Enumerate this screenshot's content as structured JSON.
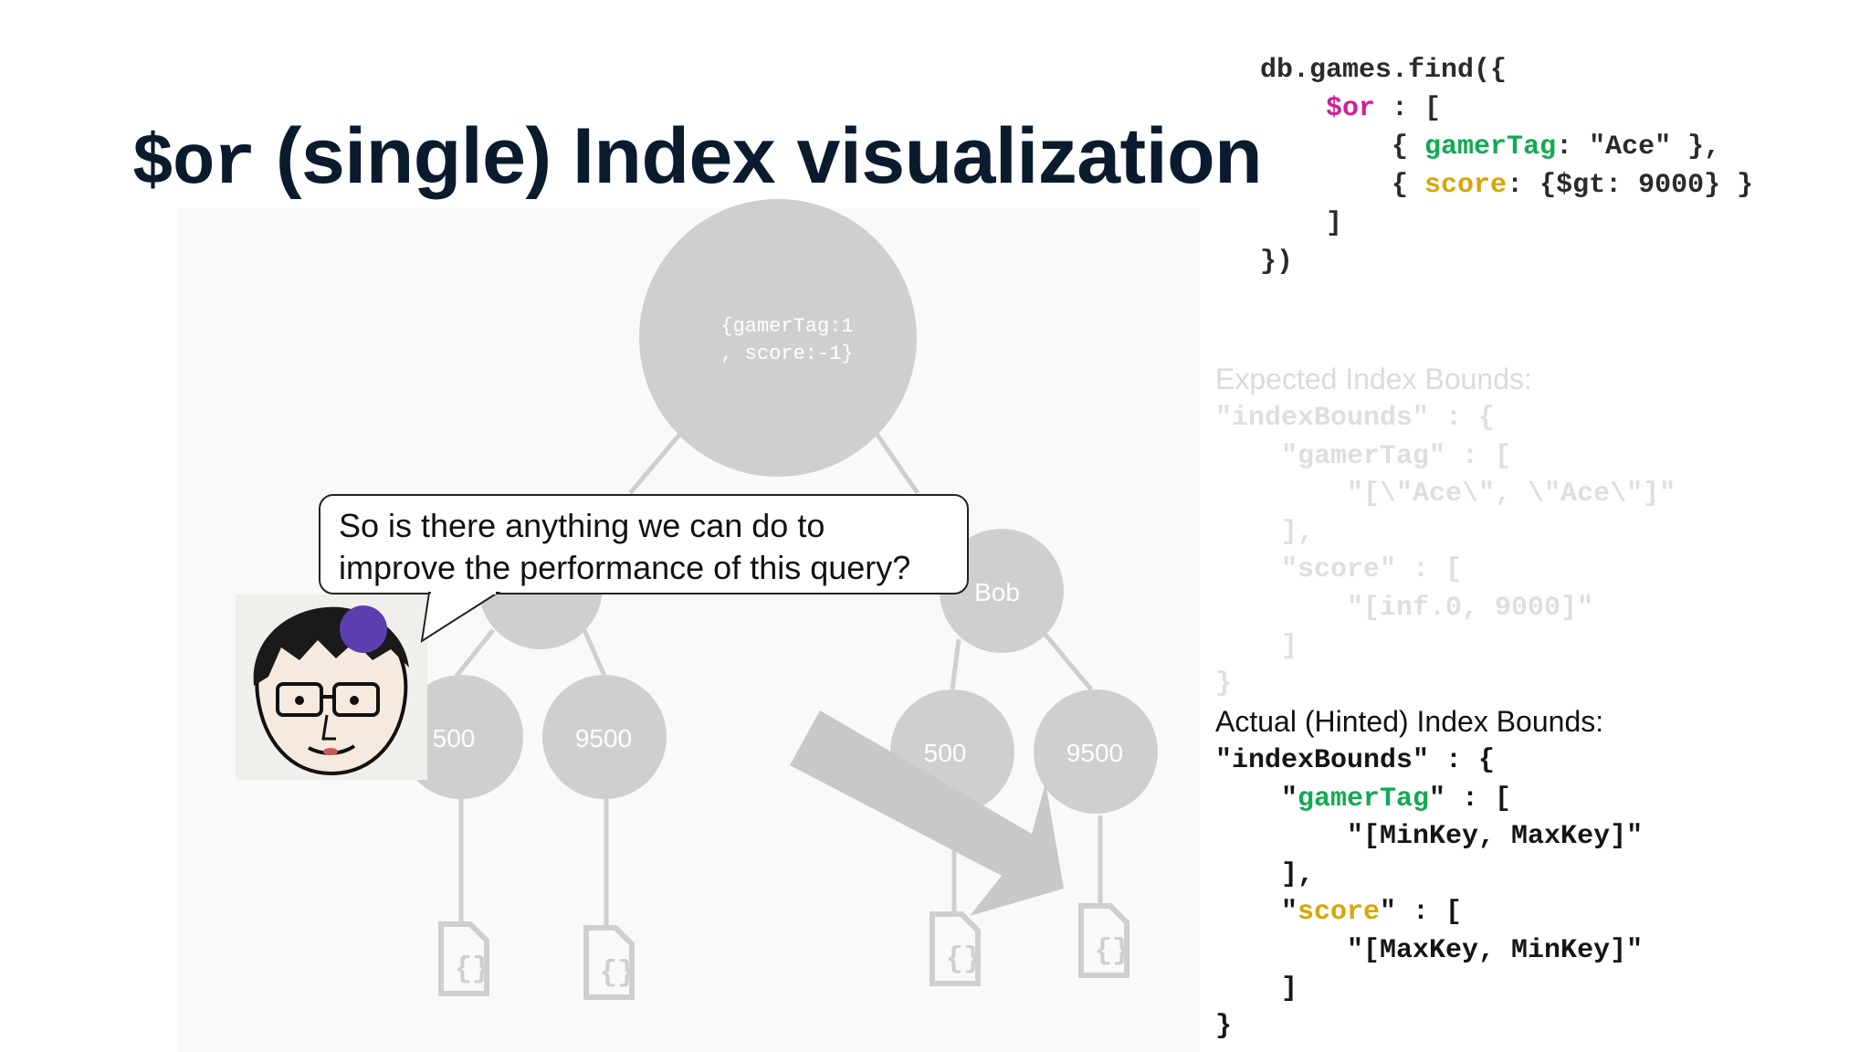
{
  "title": {
    "prefix": "$or",
    "rest": " (single) Index visualization"
  },
  "query": {
    "line1": "db.games.find({",
    "or_key": "$or",
    "or_rest": " : [",
    "clause1_open": "{ ",
    "clause1_field": "gamerTag",
    "clause1_value": ": \"Ace\" },",
    "clause2_open": "{ ",
    "clause2_field": "score",
    "clause2_value": ": {$gt: 9000} }",
    "close_bracket": "]",
    "close_call": "})"
  },
  "tree": {
    "root_label": [
      "{gamerTag:1",
      ", score:-1}"
    ],
    "right_child_label": "Bob",
    "leaf_labels": [
      "500",
      "9500",
      "500",
      "9500"
    ],
    "doc_icon_glyph": "{}"
  },
  "speech_bubble": {
    "lines": [
      "So is there anything we can do to",
      "improve the performance of this query?"
    ]
  },
  "expected": {
    "heading": "Expected Index Bounds:",
    "lines": [
      "\"indexBounds\" : {",
      "    \"gamerTag\" : [",
      "        \"[\\\"Ace\\\", \\\"Ace\\\"]\"",
      "    ],",
      "    \"score\" : [",
      "        \"[inf.0, 9000]\"",
      "    ]",
      "}"
    ]
  },
  "actual": {
    "heading": "Actual (Hinted) Index Bounds:",
    "line1": "\"indexBounds\" : {",
    "gamer_prefix": "    \"",
    "gamer_field": "gamerTag",
    "gamer_suffix": "\" : [",
    "gamer_bounds": "        \"[MinKey, MaxKey]\"",
    "gamer_close": "    ],",
    "score_prefix": "    \"",
    "score_field": "score",
    "score_suffix": "\" : [",
    "score_bounds": "        \"[MaxKey, MinKey]\"",
    "score_close": "    ]",
    "close": "}"
  },
  "colors": {
    "title": "#0b1b2e",
    "operator_pink": "#d21e96",
    "field_green": "#13aa52",
    "field_gold": "#d9a500",
    "node_gray": "#cfcfcf",
    "faded_text": "#dadada"
  },
  "icons": [
    "presenter-avatar",
    "big-arrow",
    "document-icon"
  ]
}
